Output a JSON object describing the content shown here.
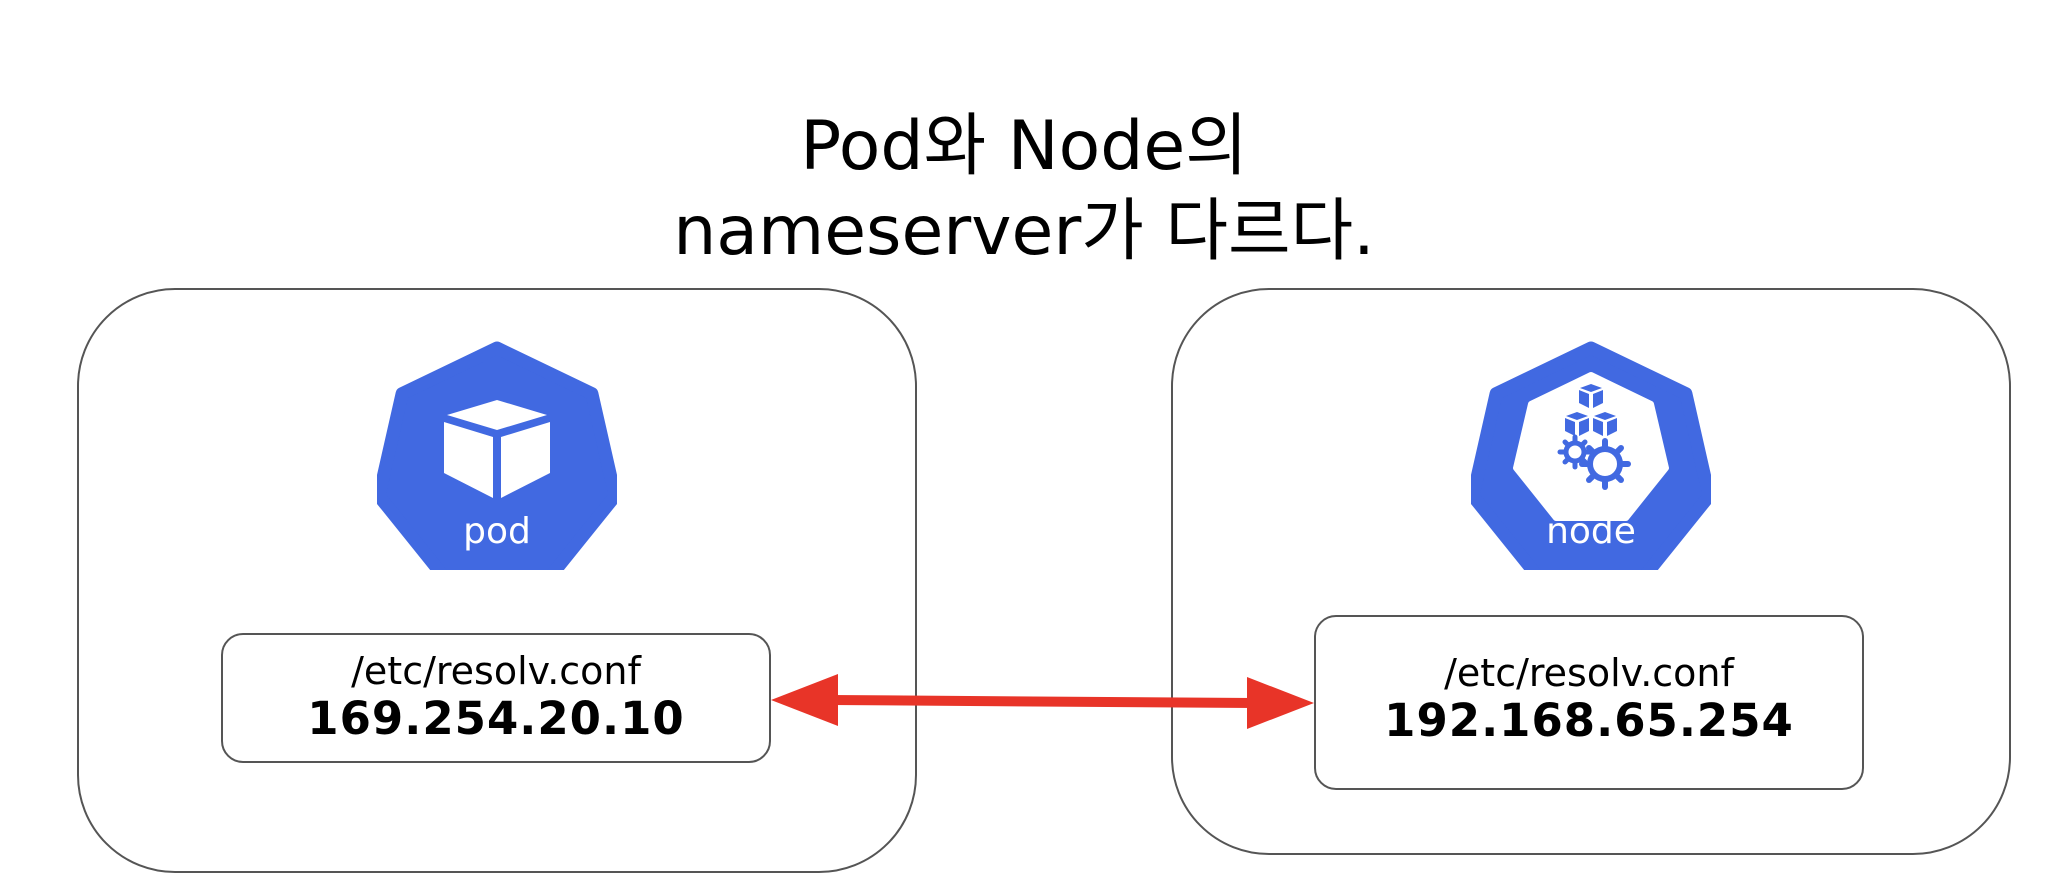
{
  "title": {
    "line1": "Pod와 Node의",
    "line2": "nameserver가 다르다."
  },
  "pod": {
    "icon_name": "kubernetes-pod-icon",
    "icon_label": "pod",
    "conf_path": "/etc/resolv.conf",
    "nameserver": "169.254.20.10"
  },
  "node": {
    "icon_name": "kubernetes-node-icon",
    "icon_label": "node",
    "conf_path": "/etc/resolv.conf",
    "nameserver": "192.168.65.254"
  },
  "colors": {
    "k8s_blue": "#4169e1",
    "arrow_red": "#e83428",
    "border_gray": "#555555"
  }
}
